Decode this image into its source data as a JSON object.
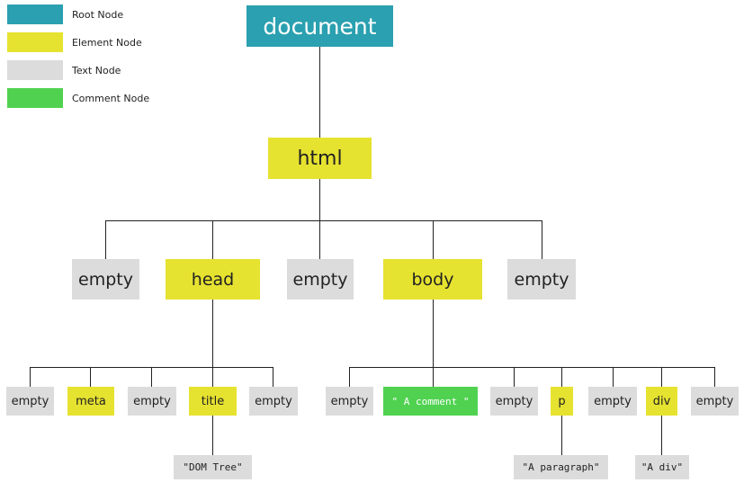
{
  "legend": [
    {
      "label": "Root Node",
      "color": "#2aa0b0"
    },
    {
      "label": "Element Node",
      "color": "#e6e230"
    },
    {
      "label": "Text Node",
      "color": "#dcdcdc"
    },
    {
      "label": "Comment Node",
      "color": "#50d250"
    }
  ],
  "nodes": {
    "document": "document",
    "html": "html",
    "l2_empty_1": "empty",
    "head": "head",
    "l2_empty_2": "empty",
    "body": "body",
    "l2_empty_3": "empty",
    "head_empty_1": "empty",
    "meta": "meta",
    "head_empty_2": "empty",
    "title": "title",
    "head_empty_3": "empty",
    "body_empty_1": "empty",
    "comment": "\" A comment \"",
    "body_empty_2": "empty",
    "p": "p",
    "body_empty_3": "empty",
    "div": "div",
    "body_empty_4": "empty",
    "title_text": "\"DOM Tree\"",
    "p_text": "\"A paragraph\"",
    "div_text": "\"A div\""
  }
}
